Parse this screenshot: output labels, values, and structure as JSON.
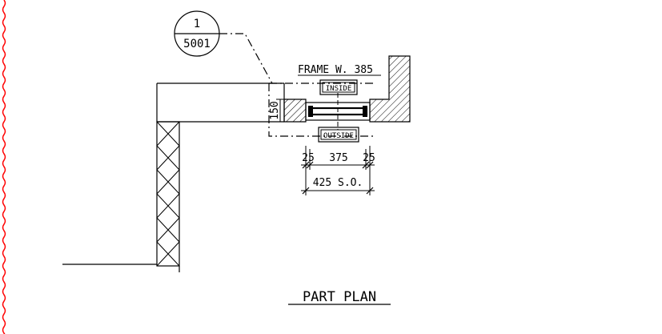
{
  "callout": {
    "number": "1",
    "sheet": "5001"
  },
  "frame_width_label": "FRAME W. 385",
  "inside_label": "INSIDE",
  "outside_label": "OUTSIDE",
  "wall_thickness": "150",
  "dims": {
    "left": "25",
    "middle": "375",
    "right": "25",
    "overall": "425 S.O."
  },
  "view_title": "PART PLAN",
  "colors": {
    "line": "#000000",
    "border": "#ff0000",
    "background": "#ffffff"
  }
}
